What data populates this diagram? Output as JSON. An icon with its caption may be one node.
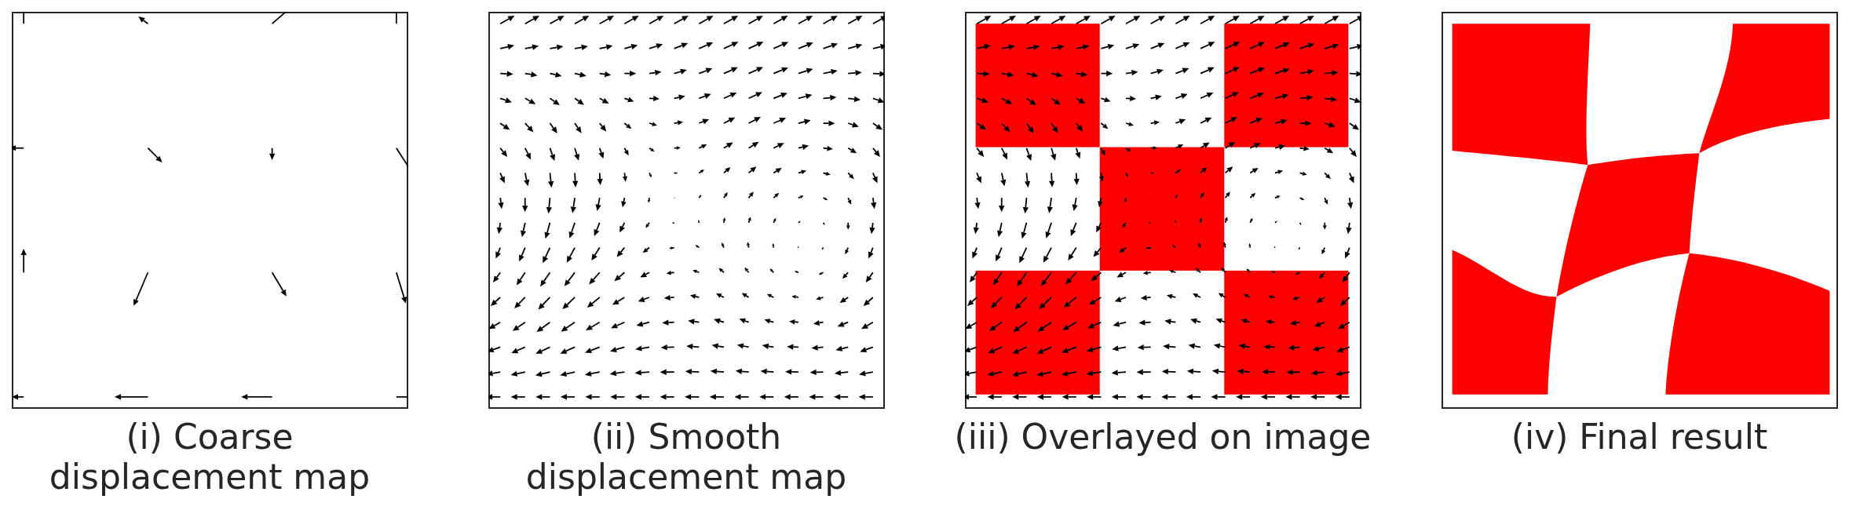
{
  "diagram": {
    "labels": [
      "(i) Coarse displacement map",
      "(ii) Smooth displacement map",
      "(iii) Overlayed on image",
      "(iv) Final result"
    ]
  }
}
